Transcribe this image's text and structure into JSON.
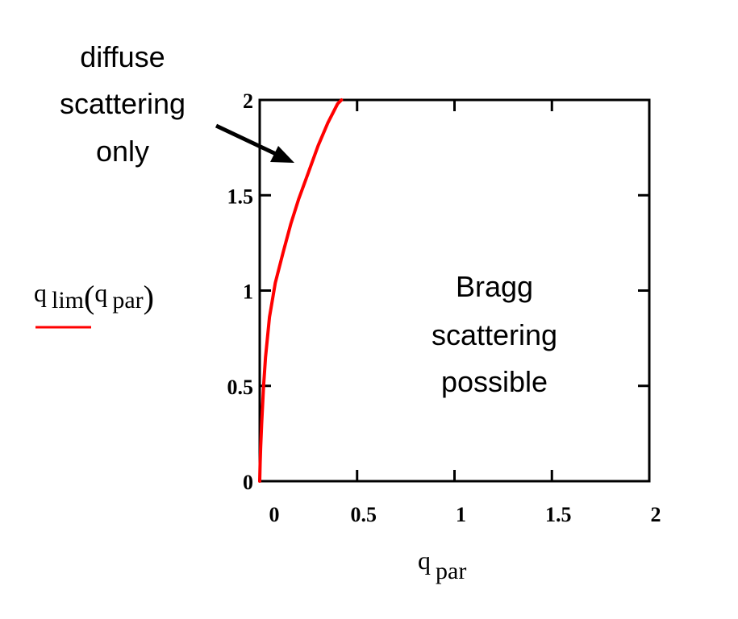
{
  "chart_data": {
    "type": "line",
    "xlabel": {
      "base": "q",
      "sub": "par"
    },
    "ylabel": {
      "base": "q",
      "sub": "lim",
      "arg_base": "q",
      "arg_sub": "par",
      "open": "(",
      "close": ")"
    },
    "xlim": [
      0,
      2
    ],
    "ylim": [
      0,
      2
    ],
    "x_ticks": [
      0,
      0.5,
      1,
      1.5,
      2
    ],
    "y_ticks": [
      0,
      0.5,
      1,
      1.5,
      2
    ],
    "x_tick_labels": [
      "0",
      "0.5",
      "1",
      "1.5",
      "2"
    ],
    "y_tick_labels": [
      "0",
      "0.5",
      "1",
      "1.5",
      "2"
    ],
    "grid": false,
    "legend": "left",
    "series": [
      {
        "color": "#ff0000",
        "x": [
          0,
          0.002,
          0.005,
          0.01,
          0.02,
          0.03,
          0.05,
          0.08,
          0.12,
          0.16,
          0.2,
          0.25,
          0.3,
          0.35,
          0.4,
          0.42
        ],
        "y": [
          0,
          0.09,
          0.18,
          0.3,
          0.5,
          0.65,
          0.86,
          1.04,
          1.2,
          1.35,
          1.48,
          1.62,
          1.76,
          1.88,
          1.98,
          2.0
        ]
      }
    ],
    "annotations": [
      {
        "lines": [
          "diffuse",
          "scattering",
          "only"
        ],
        "arrow": true
      },
      {
        "lines": [
          "Bragg",
          "scattering",
          "possible"
        ],
        "arrow": false
      }
    ]
  }
}
